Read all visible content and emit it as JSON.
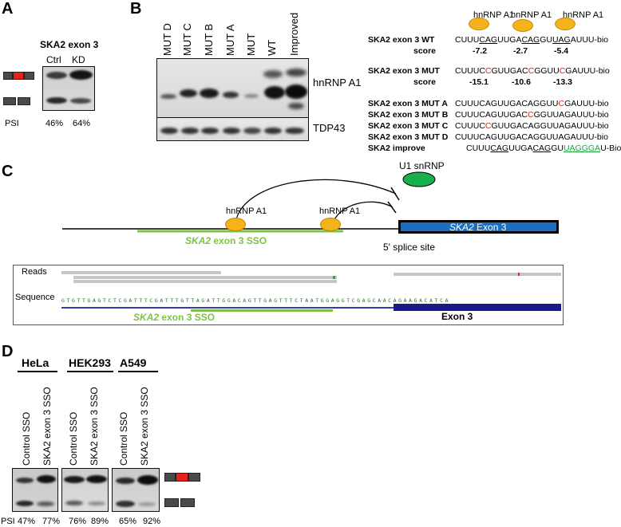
{
  "panels": {
    "A": "A",
    "B": "B",
    "C": "C",
    "D": "D"
  },
  "panelA": {
    "title": "SKA2 exon 3",
    "lanes": [
      "Ctrl",
      "KD"
    ],
    "psi_label": "PSI",
    "psi": [
      "46%",
      "64%"
    ]
  },
  "panelB": {
    "lanes": [
      "MUT D",
      "MUT C",
      "MUT B",
      "MUT A",
      "MUT",
      "WT",
      "Improved"
    ],
    "blots": [
      "hnRNP A1",
      "TDP43"
    ],
    "ovals": [
      "hnRNP A1",
      "hnRNP A1",
      "hnRNP A1"
    ],
    "wt_label": "SKA2 exon 3 WT",
    "wt_seq_a": "CUUU",
    "wt_seq_b": "CAG",
    "wt_seq_c": "UUGA",
    "wt_seq_d": "CAG",
    "wt_seq_e": "GU",
    "wt_seq_f": "UAG",
    "wt_seq_g": "AUUU-bio",
    "score_label": "score",
    "wt_scores": [
      "-7.2",
      "-2.7",
      "-5.4"
    ],
    "mut_label": "SKA2 exon 3 MUT",
    "mut_seq_a": "CUUUC",
    "mut_seq_b": "C",
    "mut_seq_c": "GUUGAC",
    "mut_seq_d": "C",
    "mut_seq_e": "GGUU",
    "mut_seq_f": "C",
    "mut_seq_g": "GAUUU-bio",
    "mut_scores": [
      "-15.1",
      "-10.6",
      "-13.3"
    ],
    "mutA_label": "SKA2 exon 3 MUT A",
    "mutA_a": "CUUUCAGUUGACAGGUU",
    "mutA_b": "C",
    "mutA_c": "GAUUU-bio",
    "mutB_label": "SKA2 exon 3 MUT B",
    "mutB_a": "CUUUCAGUUGAC",
    "mutB_b": "C",
    "mutB_c": "GGUUAGAUUU-bio",
    "mutC_label": "SKA2 exon 3 MUT C",
    "mutC_a": "CUUUC",
    "mutC_b": "C",
    "mutC_c": "GUUGACAGGUUAGAUUU-bio",
    "mutD_label": "SKA2 exon 3 MUT D",
    "mutD_a": "CUUUCAGUUGACAGGUUAGAUUU-bio",
    "imp_label": "SKA2 improve",
    "imp_a": "CUUU",
    "imp_b": "CAG",
    "imp_c": "UUGA",
    "imp_d": "CAG",
    "imp_e": "GU",
    "imp_f": "UAGGGA",
    "imp_g": "U-Bio"
  },
  "panelC": {
    "u1": "U1 snRNP",
    "hnrnp1": "hnRNP A1",
    "hnrnp2": "hnRNP A1",
    "exon_italic": "SKA2",
    "exon_rest": " Exon 3",
    "splice_site": "5' splice site",
    "sso_italic": "SKA2",
    "sso_rest": " exon 3 SSO",
    "reads": "Reads",
    "sequence": "Sequence",
    "sso2_italic": "SKA2",
    "sso2_rest": " exon 3 SSO",
    "exon3": "Exon 3",
    "seq_letters": "G T G T T G A G T C T C G A T T T C G A T T T G T T A G A T T G G A C A G T T G A G T T T C T A A T G G A G G T C G A G C A A C A G A A G A C A T C A"
  },
  "panelD": {
    "cells": [
      "HeLa",
      "HEK293",
      "A549"
    ],
    "lanes": [
      "Control SSO",
      "SKA2 exon 3 SSO",
      "Control SSO",
      "SKA2 exon 3 SSO",
      "Control SSO",
      "SKA2 exon 3 SSO"
    ],
    "psi_label": "PSI",
    "psi": [
      "47%",
      "77%",
      "76%",
      "89%",
      "65%",
      "92%"
    ]
  },
  "colors": {
    "exon_blue": "#1b6fc0",
    "sso_green": "#7dc242",
    "hnrnp_orange": "#f5b21b",
    "u1_green": "#18b04a",
    "mutation_red": "#d62a1e"
  }
}
